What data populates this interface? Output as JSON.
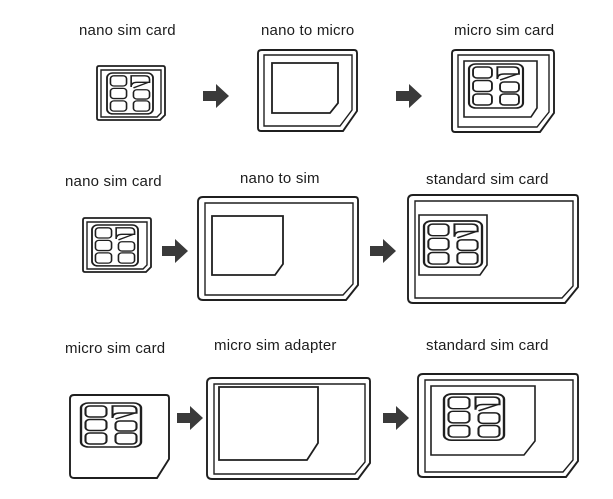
{
  "rows": [
    {
      "source": "nano sim card",
      "adapter": "nano to micro",
      "result": "micro sim card"
    },
    {
      "source": "nano sim card",
      "adapter": "nano to sim",
      "result": "standard sim card"
    },
    {
      "source": "micro sim card",
      "adapter": "micro sim adapter",
      "result": "standard sim card"
    }
  ],
  "colors": {
    "line": "#1f1f1f",
    "arrow": "#3a3a3a",
    "card_fill": "#ffffff"
  },
  "icons": [
    "sim-card-icon",
    "sim-adapter-icon",
    "arrow-right-icon"
  ]
}
